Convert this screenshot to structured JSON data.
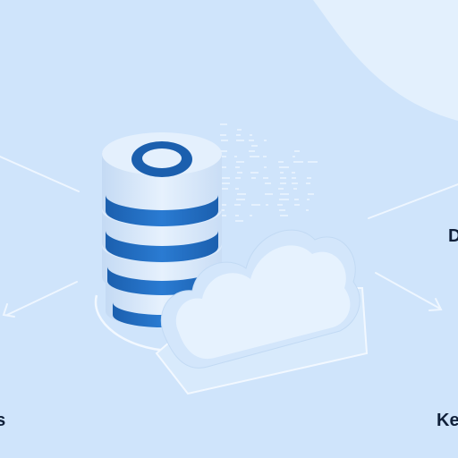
{
  "labels": {
    "top_right": "D",
    "bottom_left": "es",
    "bottom_right": "Ke"
  },
  "colors": {
    "background": "#cfe4fb",
    "accent": "#1a67b8",
    "cylinder_light": "#e3f0fd",
    "cloud": "#e4f1fd",
    "text": "#10203a"
  }
}
